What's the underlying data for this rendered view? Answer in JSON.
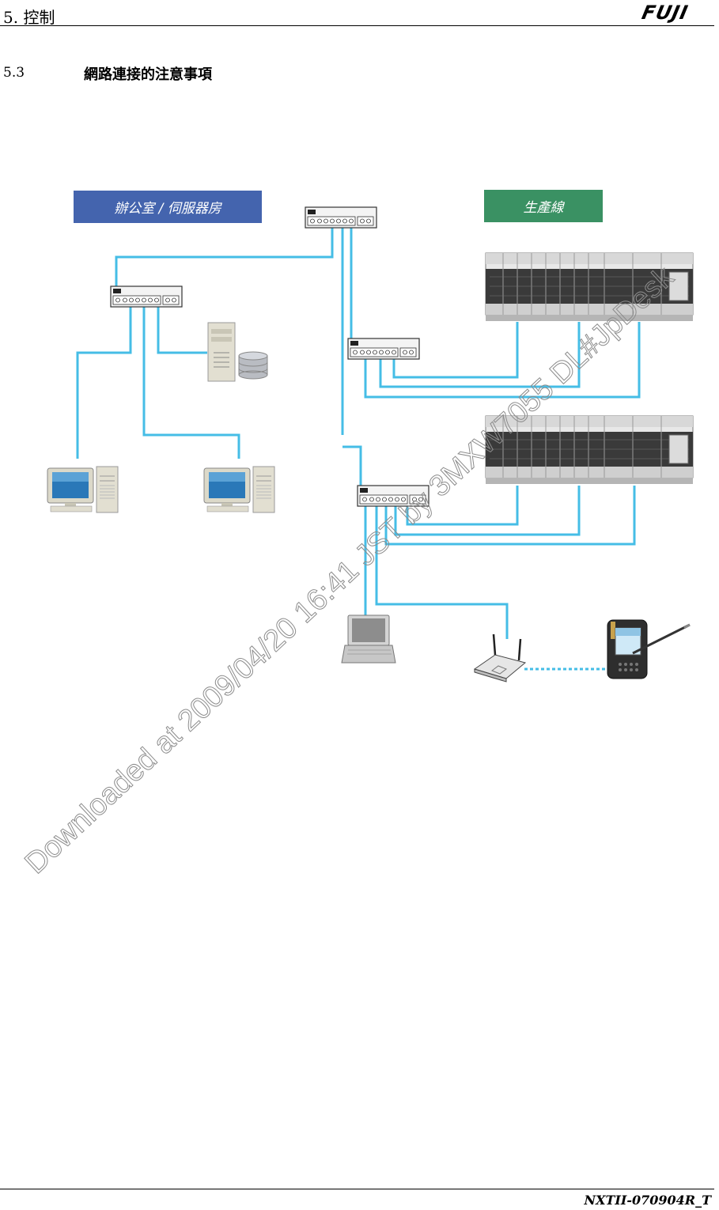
{
  "header": {
    "chapter": "5. 控制",
    "logo": "FUJI"
  },
  "section": {
    "number": "5.3",
    "title": "網路連接的注意事項"
  },
  "labels": {
    "office": "辦公室 / 伺服器房",
    "production": "生產線"
  },
  "watermark": "Downloaded at 2009/04/20 16:41 JST by 3MXW7055 DL#JpDesk",
  "footer": {
    "doc_id": "NXTII-070904R_T"
  },
  "colors": {
    "cable": "#45bde6",
    "office_label": "#4464ae",
    "production_label": "#3a9163"
  },
  "icons": [
    "network-switch-icon",
    "server-icon",
    "database-icon",
    "desktop-pc-icon",
    "laptop-icon",
    "placement-machine-icon",
    "wireless-router-icon",
    "handheld-terminal-icon"
  ]
}
